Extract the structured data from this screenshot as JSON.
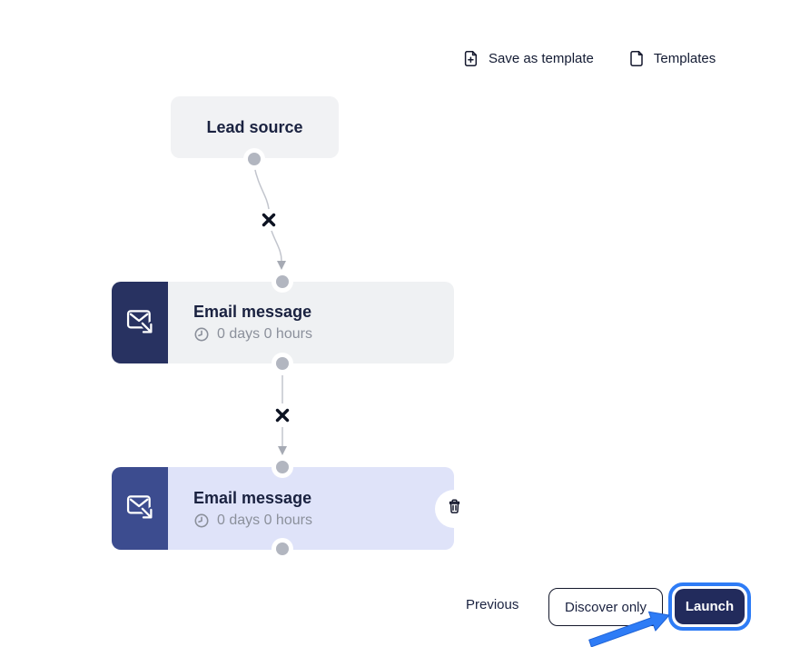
{
  "header": {
    "save_as_template_label": "Save as template",
    "templates_label": "Templates"
  },
  "flow": {
    "lead_source": {
      "title": "Lead source"
    },
    "email_step_1": {
      "title": "Email message",
      "delay": "0 days 0 hours"
    },
    "email_step_2": {
      "title": "Email message",
      "delay": "0 days 0 hours"
    }
  },
  "footer": {
    "previous_label": "Previous",
    "discover_only_label": "Discover only",
    "launch_label": "Launch"
  },
  "icons": {
    "file_plus_icon": "page with plus",
    "file_icon": "page with folded corner",
    "mail-send-icon": "envelope with outgoing arrow",
    "clock_icon": "clock face",
    "trash_icon": "trash can",
    "remove_connection_icon": "✕",
    "annotation_arrow": "blue pointer arrow toward Launch"
  },
  "colors": {
    "accent_blue": "#2e7cf6",
    "navy_button": "#222b5c",
    "node1_icon_bg": "#283261",
    "node2_icon_bg": "#3c4c8f",
    "node1_body_bg": "#eff1f3",
    "node2_body_bg": "#dfe3f9",
    "lead_node_bg": "#f1f2f4",
    "muted_text": "#8b909b",
    "connector_gray": "#c2c5cd",
    "dot_gray": "#b2b6c0"
  }
}
